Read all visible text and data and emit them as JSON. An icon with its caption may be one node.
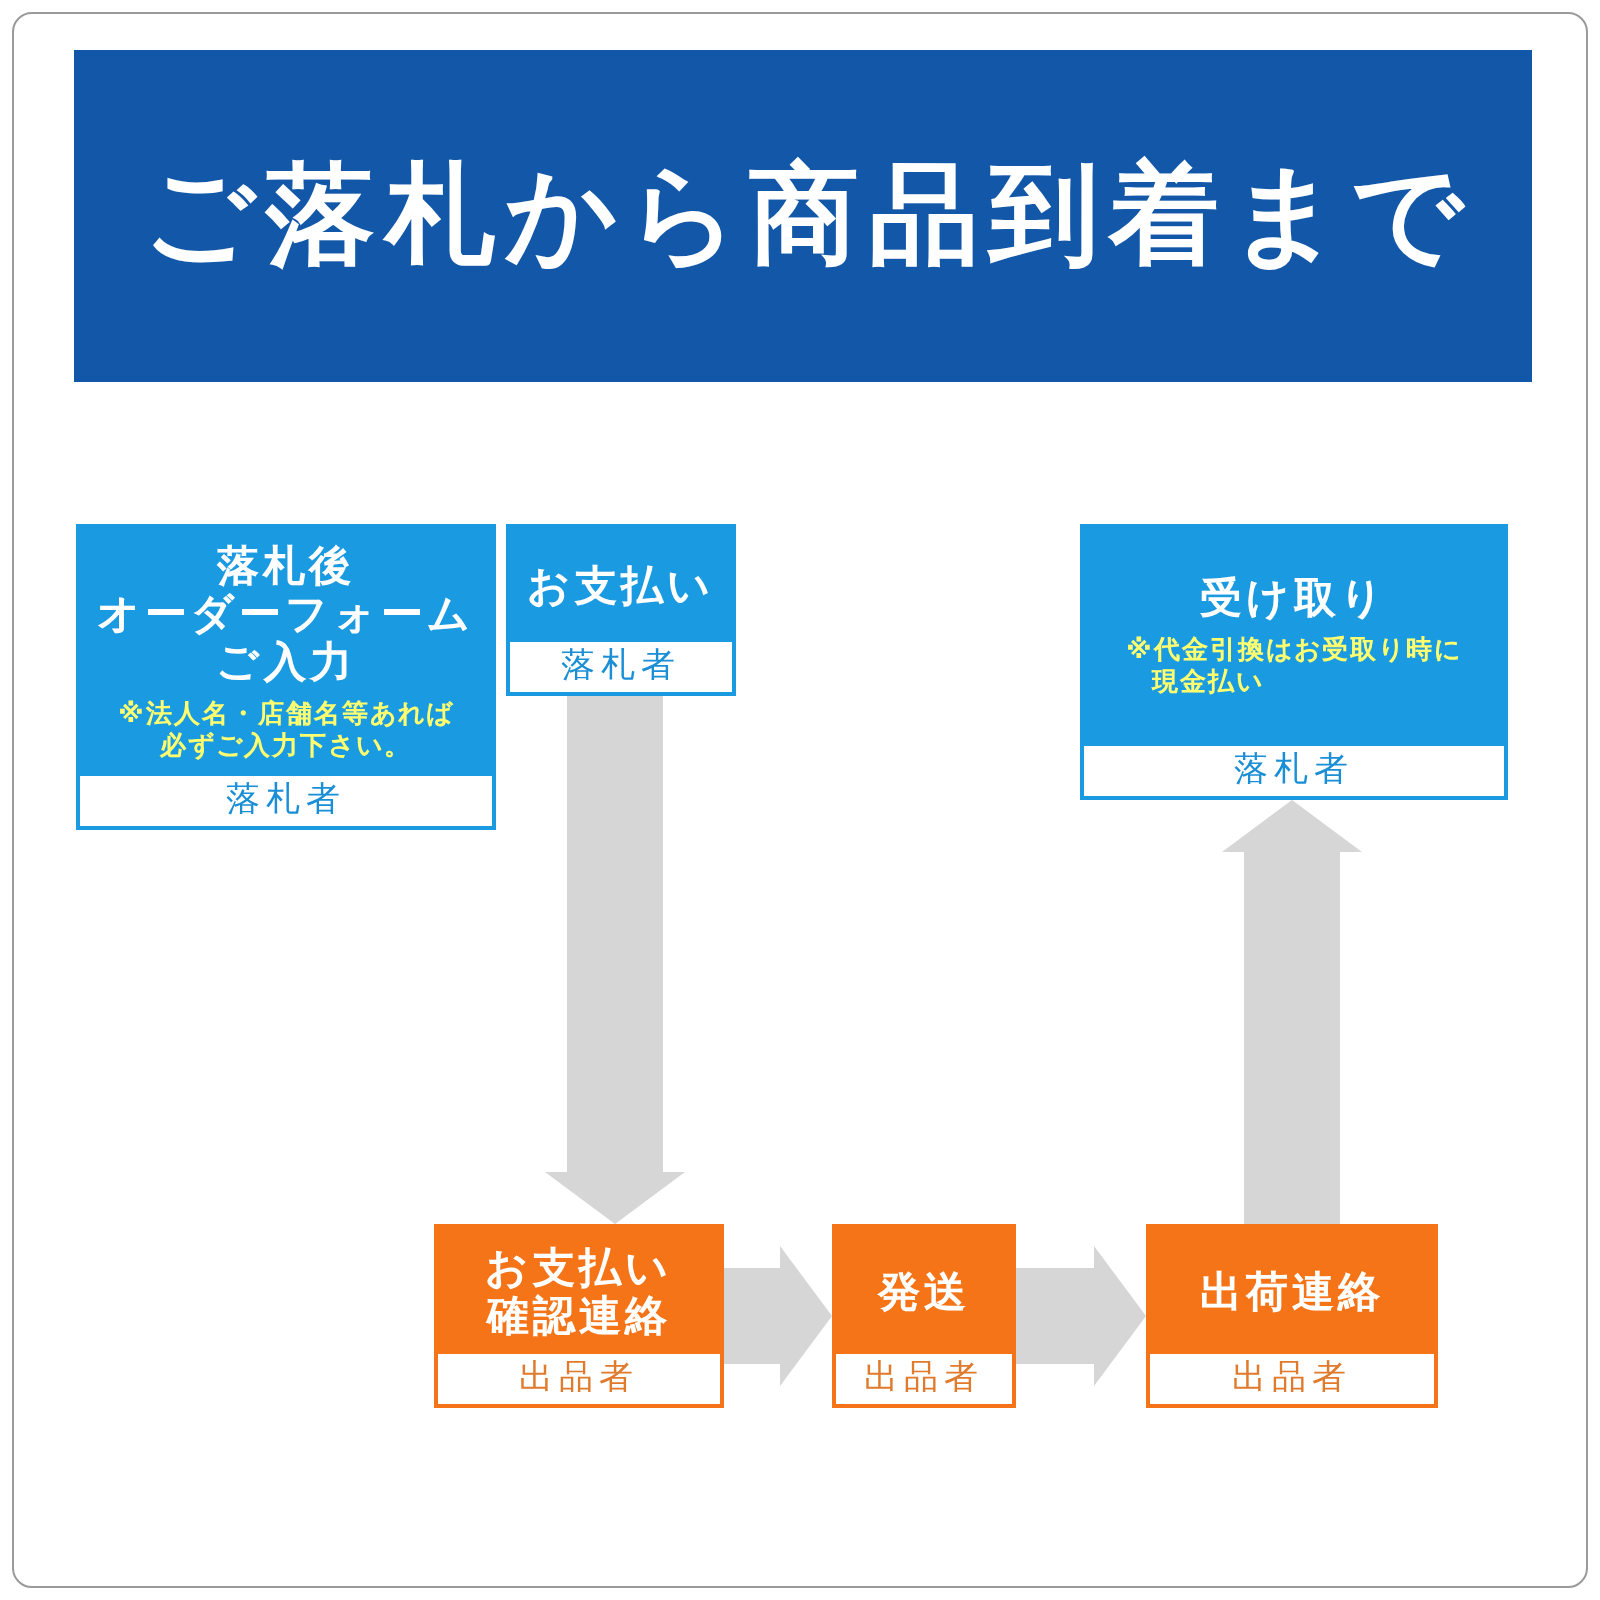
{
  "diagram": {
    "title": "ご落札から商品到着まで",
    "nodes": [
      {
        "text": [
          "落札後オーダーフォームご入力",
          "※法人名・店舗名等あれば必ずご入力下さい。",
          "落札者"
        ]
      },
      {
        "text": [
          "お支払い",
          "落札者"
        ]
      },
      {
        "text": [
          "受け取り",
          "※代金引換はお受取り時に現金払い",
          "落札者"
        ]
      },
      {
        "text": [
          "お支払い確認連絡",
          "出品者"
        ]
      },
      {
        "text": [
          "発送",
          "出品者"
        ]
      },
      {
        "text": [
          "出荷連絡",
          "出品者"
        ]
      }
    ],
    "edges": [
      {
        "from": 1,
        "to": 3,
        "arrow": "to"
      },
      {
        "from": 3,
        "to": 4,
        "arrow": "to"
      },
      {
        "from": 4,
        "to": 5,
        "arrow": "to"
      },
      {
        "from": 5,
        "to": 2,
        "arrow": "to"
      }
    ]
  }
}
